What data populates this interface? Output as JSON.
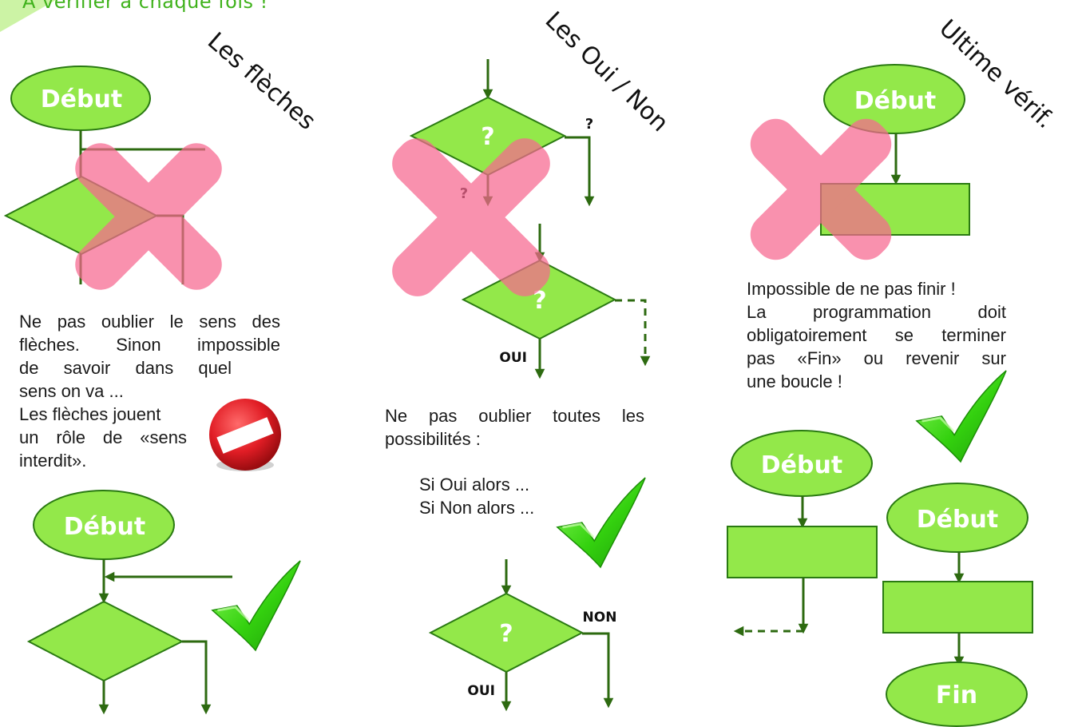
{
  "header": {
    "title": "À vérifier à chaque fois !"
  },
  "sections": [
    {
      "title": "Les flèches"
    },
    {
      "title": "Les Oui / Non"
    },
    {
      "title": "Ultime vérif."
    }
  ],
  "shapes": {
    "start": "Début",
    "end": "Fin",
    "question": "?",
    "yes": "OUI",
    "no": "NON"
  },
  "text": {
    "arrows": {
      "l1": "Ne pas oublier le sens des",
      "l2": "flèches. Sinon impossible",
      "l3": "de savoir dans quel",
      "l4": "sens on va ...",
      "l5": "Les flèches jouent",
      "l6": "un rôle de «sens",
      "l7": "interdit»."
    },
    "yesno": {
      "l1": "Ne pas oublier toutes les",
      "l2": "possibilités :",
      "l3": "Si Oui alors ...",
      "l4": "Si Non alors ..."
    },
    "final": {
      "l1": "Impossible de ne pas finir !",
      "l2": "La programmation doit",
      "l3": "obligatoirement se terminer",
      "l4": "pas «Fin» ou revenir sur",
      "l5": "une boucle !"
    }
  },
  "colors": {
    "shape_fill": "#93e84a",
    "shape_stroke": "#2a7a12",
    "line": "#2d6a10",
    "cross": "#f76890",
    "check": "#39d412",
    "no_entry": "#e8202a"
  },
  "icons": [
    "wrong-cross-icon",
    "check-mark-icon",
    "no-entry-icon"
  ]
}
